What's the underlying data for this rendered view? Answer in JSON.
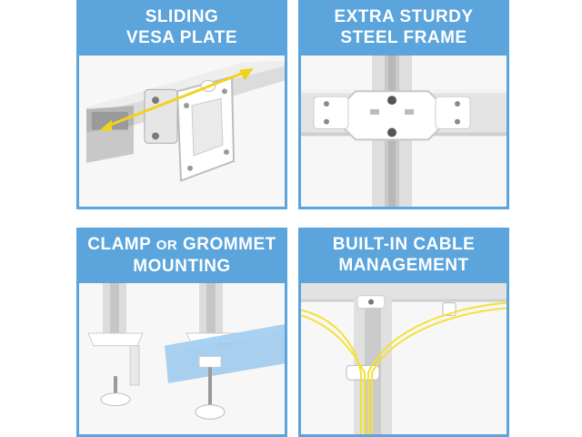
{
  "panels": [
    {
      "line1": "SLIDING",
      "line2": "VESA PLATE"
    },
    {
      "line1": "EXTRA STURDY",
      "line2": "STEEL FRAME"
    },
    {
      "line1a": "CLAMP ",
      "line1b": "OR",
      "line1c": " GROMMET",
      "line2": "MOUNTING"
    },
    {
      "line1": "BUILT-IN CABLE",
      "line2": "MANAGEMENT"
    }
  ],
  "colors": {
    "header_blue": "#5ba4dc",
    "arrow_yellow": "#f2d31b",
    "cable_yellow": "#f4e13a",
    "glass_blue": "#8fc1ec"
  }
}
